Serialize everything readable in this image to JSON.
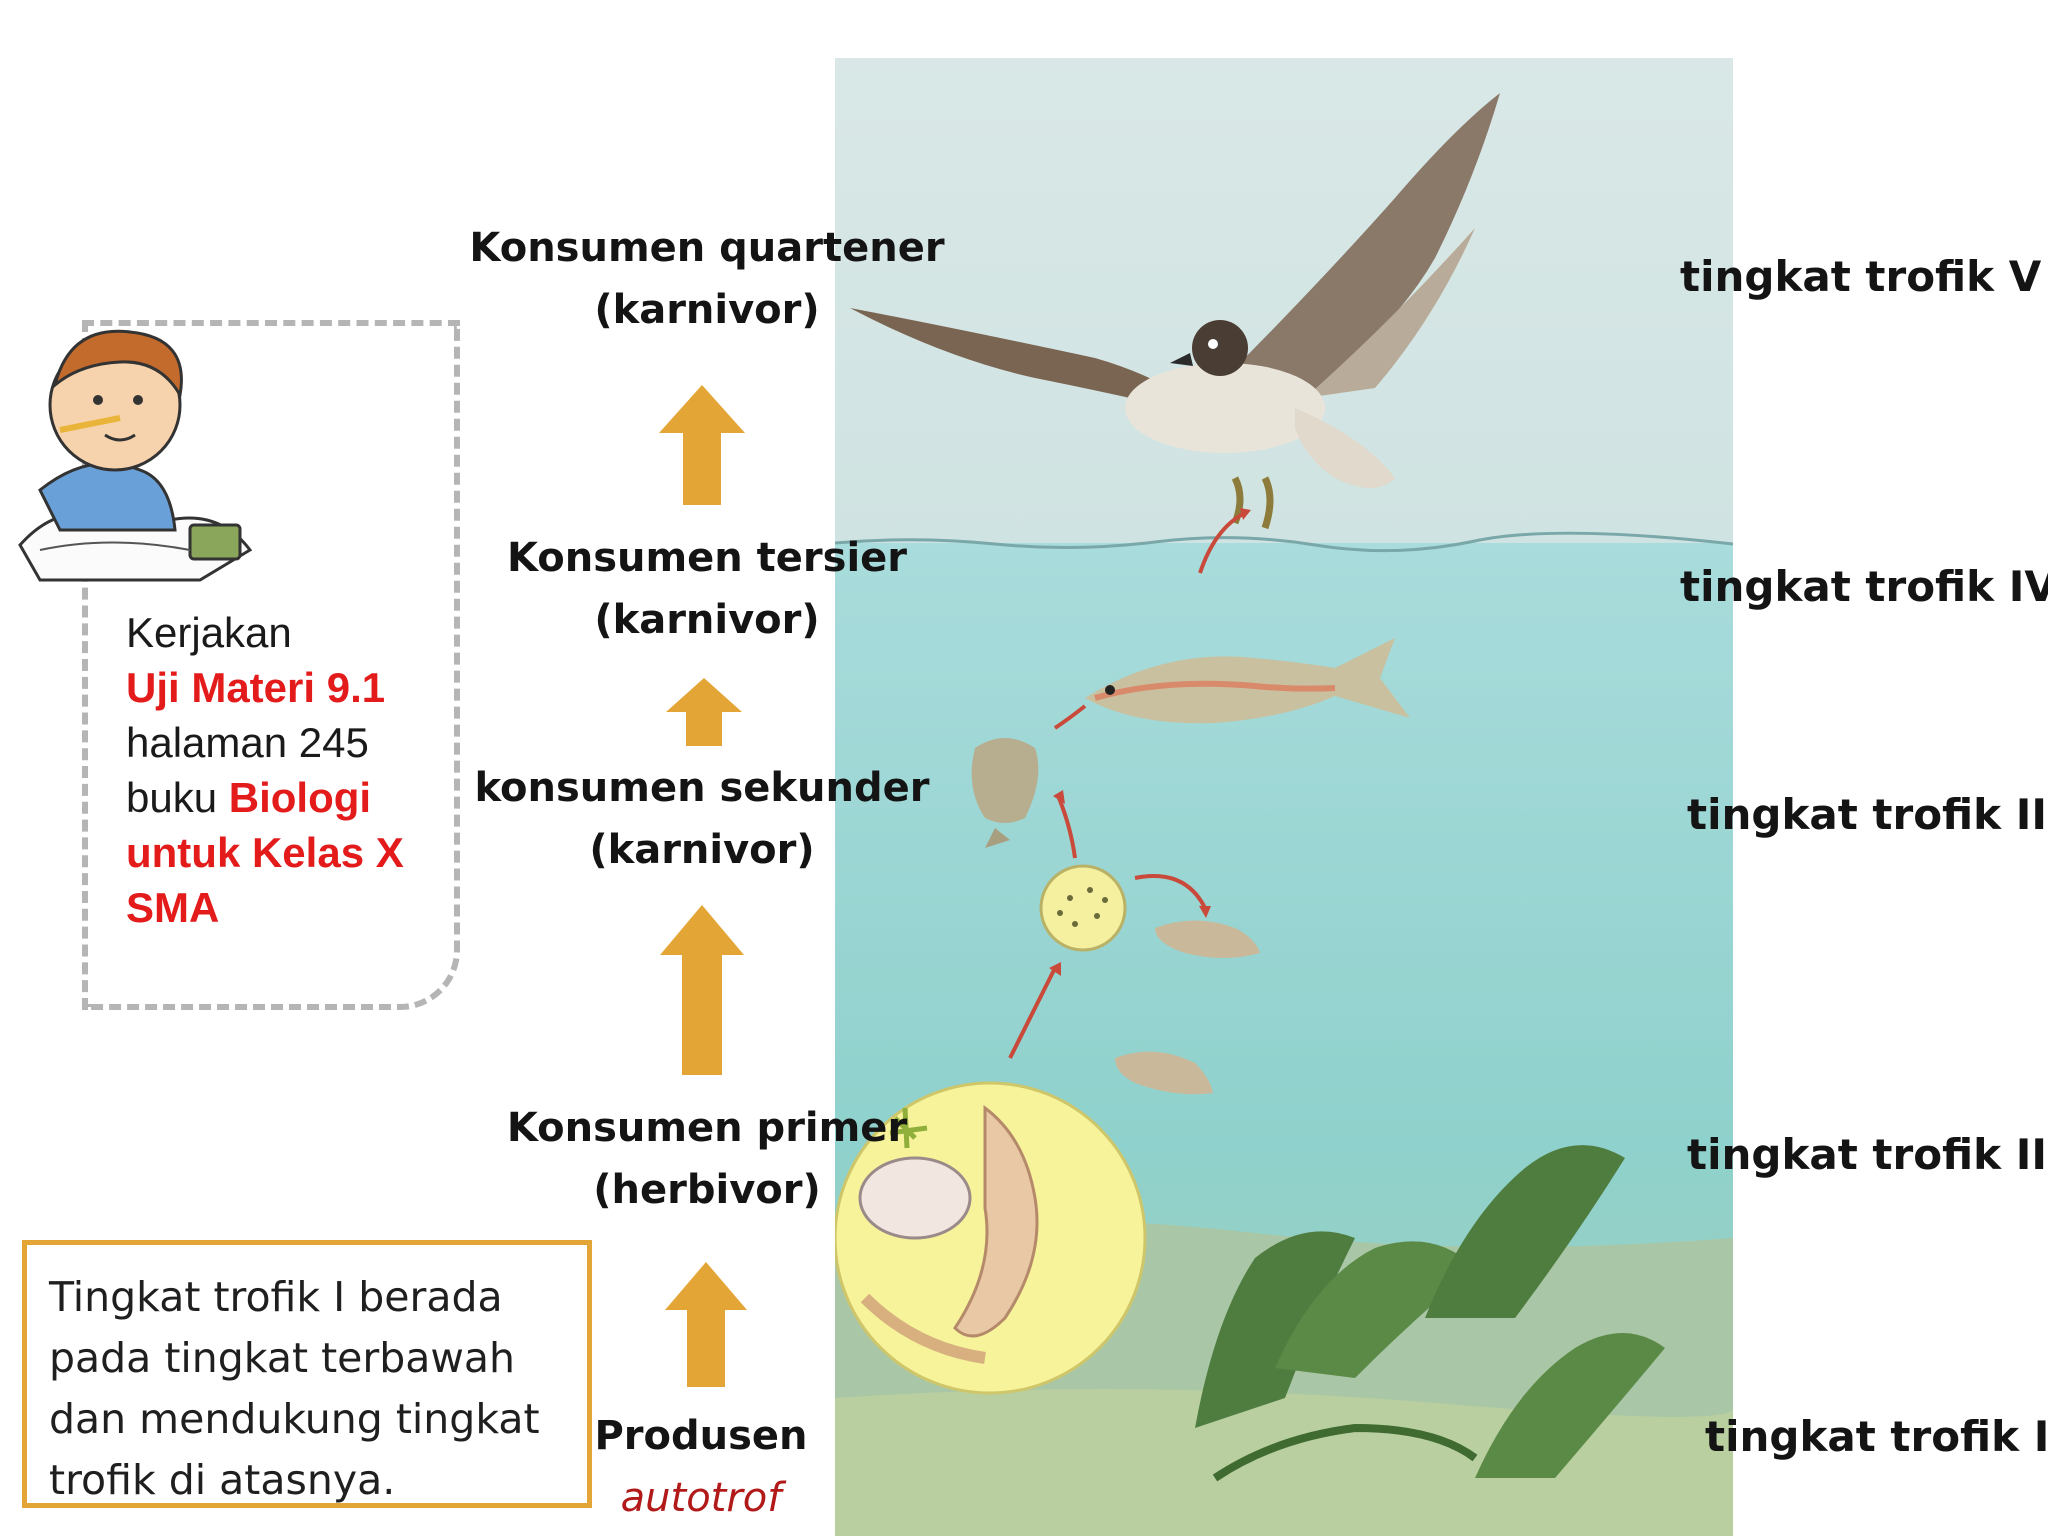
{
  "note": {
    "line1": "Kerjakan",
    "highlight1": "Uji Materi 9.1",
    "line3": "halaman 245",
    "prefix4": "buku ",
    "highlight2": "Biologi untuk Kelas X SMA"
  },
  "info": {
    "text": "Tingkat trofik I berada pada tingkat terbawah dan mendukung tingkat trofik di atasnya."
  },
  "levels": {
    "quartener": {
      "title": "Konsumen quartener",
      "type": "(karnivor)"
    },
    "tersier": {
      "title": "Konsumen tersier",
      "type": "(karnivor)"
    },
    "sekunder": {
      "title": "konsumen sekunder",
      "type": "(karnivor)"
    },
    "primer": {
      "title": "Konsumen primer",
      "type": "(herbivor)"
    },
    "produsen": {
      "title": "Produsen",
      "type": "autotrof"
    }
  },
  "trophic": {
    "v": "tingkat trofik V",
    "iv": "tingkat trofik IV",
    "iii": "tingkat trofik III",
    "ii": "tingkat trofik II",
    "i": "tingkat trofik I"
  },
  "colors": {
    "arrow": "#e3a535",
    "highlight": "#e31b1b",
    "autotrof": "#b21a1a",
    "box_border": "#e3a535"
  }
}
